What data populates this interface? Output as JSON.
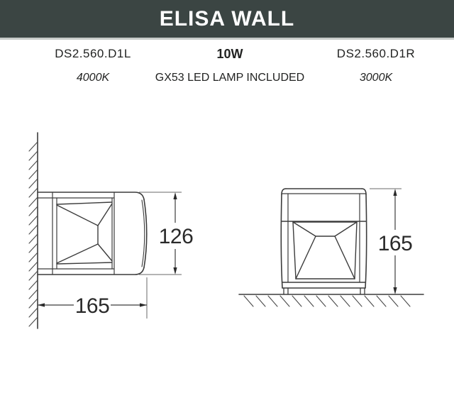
{
  "header": {
    "title": "ELISA WALL",
    "bg_color": "#3b4543",
    "text_color": "#ffffff"
  },
  "specs": {
    "left": {
      "code": "DS2.560.D1L",
      "color_temp": "4000K"
    },
    "center": {
      "power": "10W",
      "lamp": "GX53 LED LAMP INCLUDED"
    },
    "right": {
      "code": "DS2.560.D1R",
      "color_temp": "3000K"
    }
  },
  "drawings": {
    "side_view": {
      "description": "wall-mounted lamp, side view",
      "width_mm": "165",
      "depth_height_mm": "126"
    },
    "front_view": {
      "description": "lamp standing on ground, front view",
      "height_mm": "165"
    }
  },
  "colors": {
    "line": "#3c3c3c",
    "dim_line": "#5a5a5a",
    "background": "#ffffff"
  }
}
